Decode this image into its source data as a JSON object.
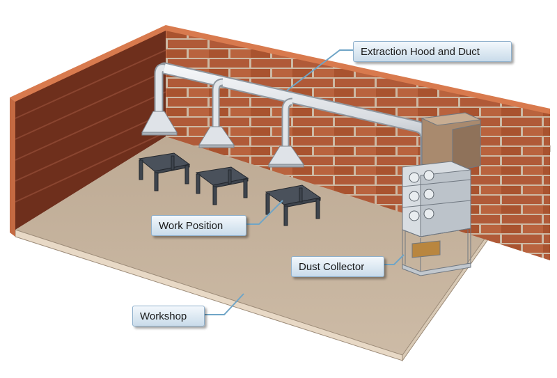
{
  "labels": {
    "hood": "Extraction Hood and Duct",
    "work": "Work Position",
    "collector": "Dust Collector",
    "workshop": "Workshop"
  },
  "colors": {
    "brick": "#b05a38",
    "mortar": "#cdb9a4",
    "back_wall_dark": "#6e2f1c",
    "floor": "#c7b49e",
    "duct": "#dfe3e8",
    "callout_border": "#8fb0cc",
    "leader": "#6fa5c7"
  }
}
